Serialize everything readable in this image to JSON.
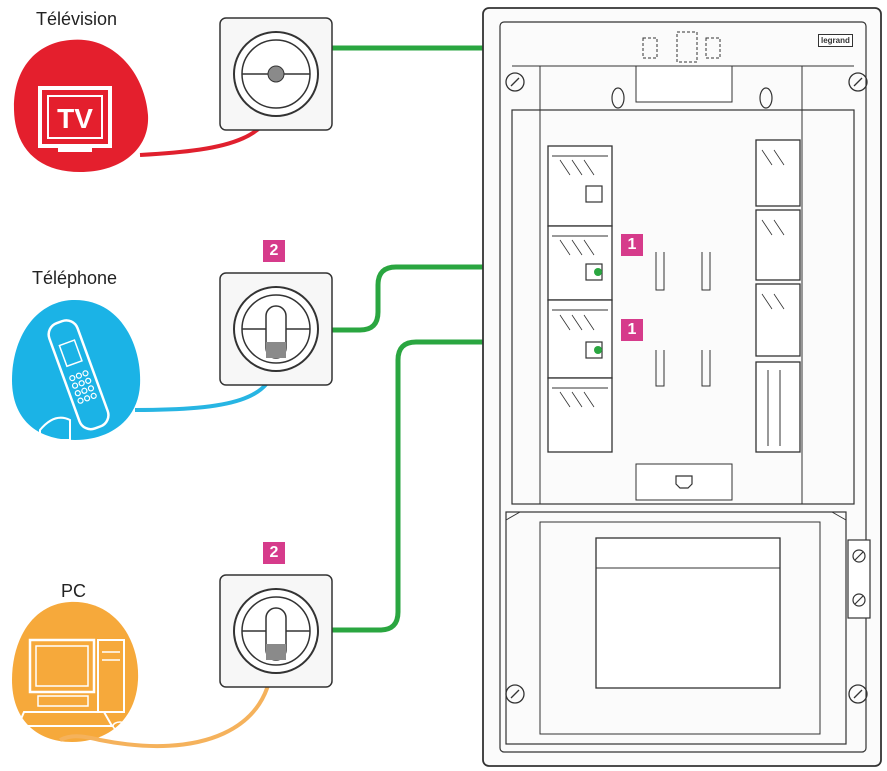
{
  "labels": {
    "television": "Télévision",
    "telephone": "Téléphone",
    "pc": "PC",
    "tv_screen": "TV"
  },
  "badges": {
    "phone_socket": "2",
    "pc_socket": "2",
    "port_upper": "1",
    "port_lower": "1"
  },
  "brand": "legrand",
  "colors": {
    "network_cable": "#2aa640",
    "tv_cable": "#e0202e",
    "phone_cable": "#27b5e3",
    "pc_cable": "#f5b25c",
    "tv_icon": "#e41f2d",
    "phone_icon": "#1bb3e6",
    "pc_icon": "#f6a93b",
    "badge": "#d63b8b"
  },
  "icons": [
    "tv-icon",
    "telephone-icon",
    "pc-icon",
    "socket-icon",
    "patch-panel"
  ]
}
